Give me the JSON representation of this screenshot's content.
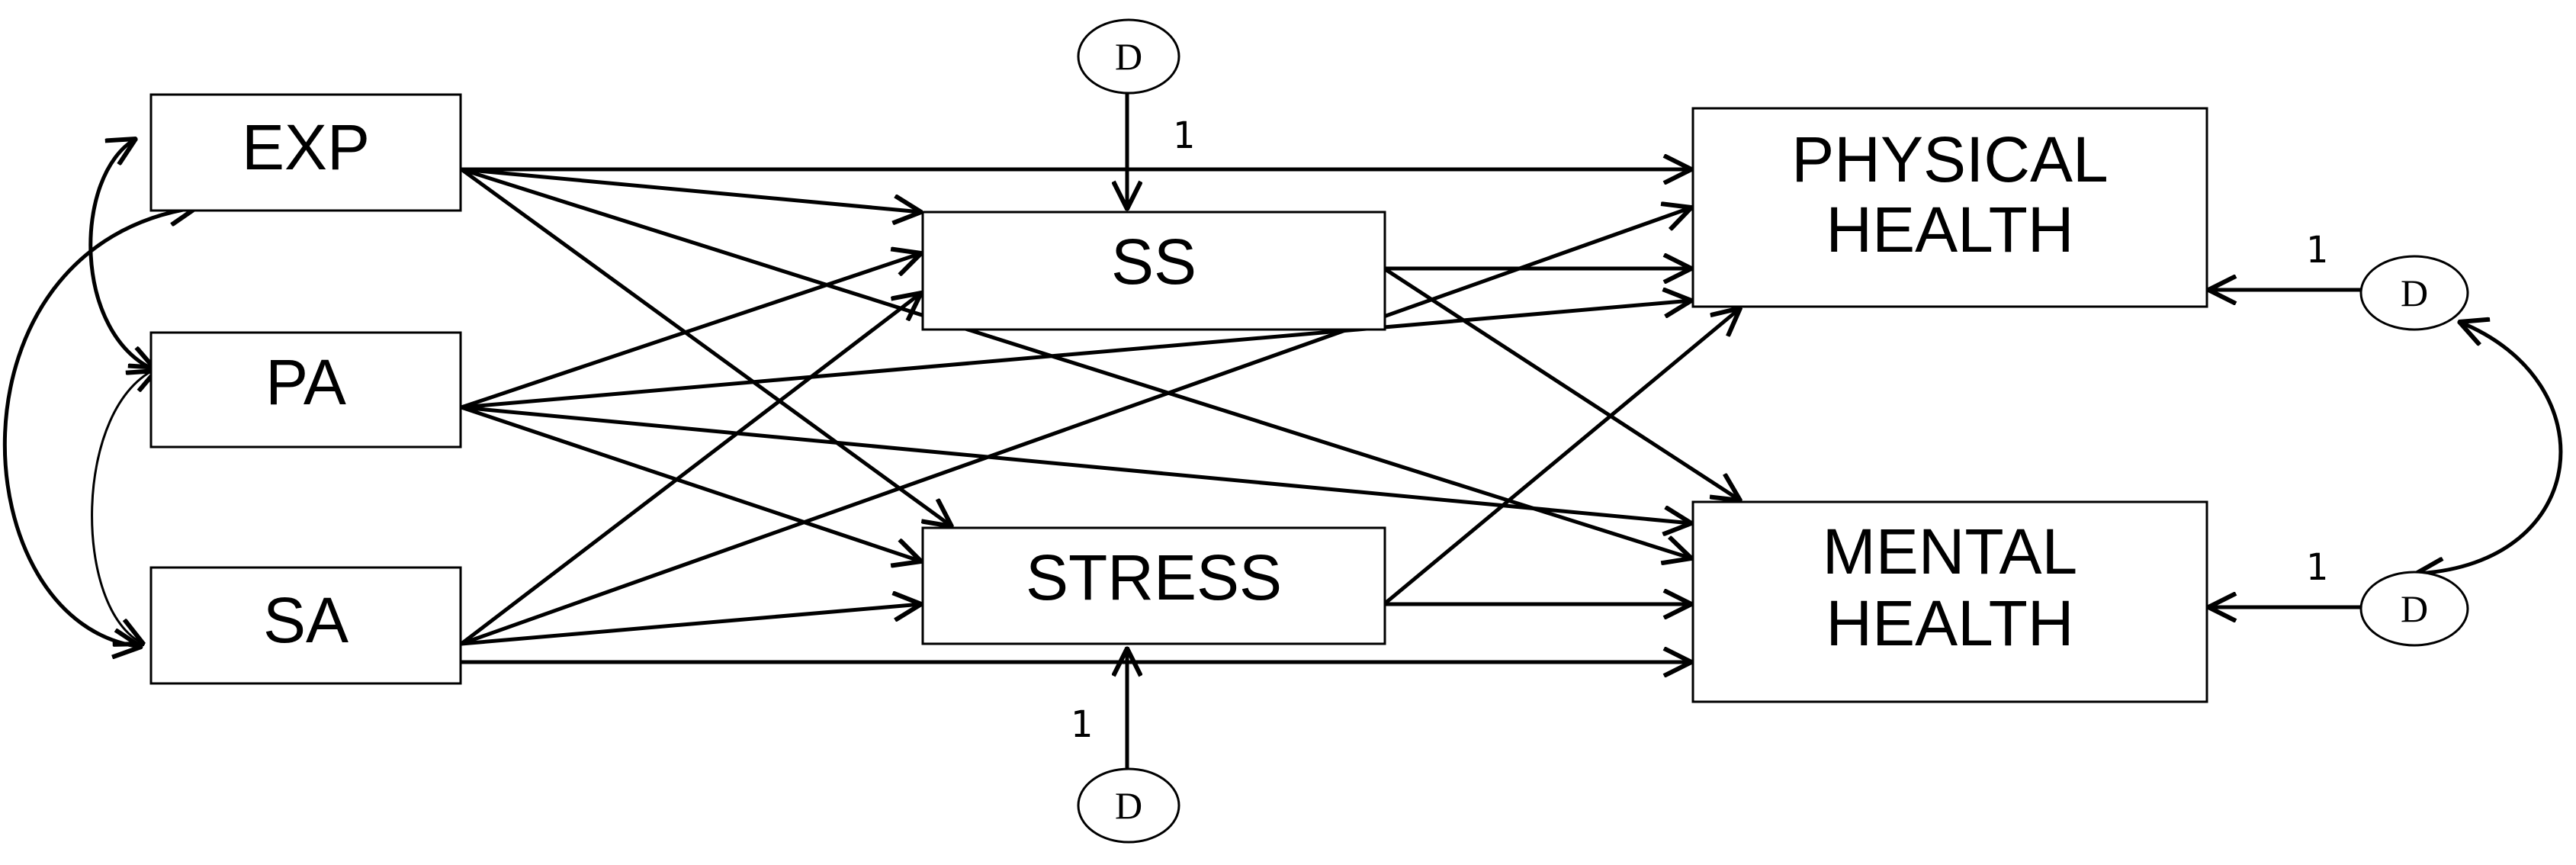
{
  "nodes": {
    "exp": "EXP",
    "pa": "PA",
    "sa": "SA",
    "ss": "SS",
    "stress": "STRESS",
    "physical_health": [
      "PHYSICAL",
      "HEALTH"
    ],
    "mental_health": [
      "MENTAL",
      "HEALTH"
    ]
  },
  "disturbances": {
    "ss": "D",
    "stress": "D",
    "physical_health": "D",
    "mental_health": "D"
  },
  "weights": {
    "ss": "1",
    "stress": "1",
    "physical_health": "1",
    "mental_health": "1"
  },
  "colors": {
    "stroke": "#000000",
    "fill": "#ffffff"
  }
}
